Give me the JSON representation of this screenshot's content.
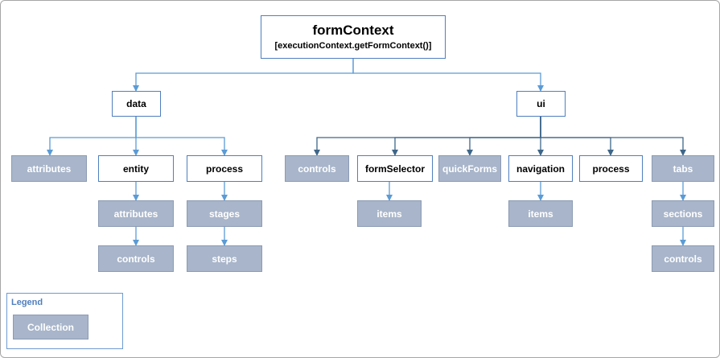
{
  "root": {
    "title": "formContext",
    "subtitle": "[executionContext.getFormContext()]"
  },
  "nodes": {
    "data": "data",
    "ui": "ui",
    "data_attributes": "attributes",
    "entity": "entity",
    "data_process": "process",
    "entity_attributes": "attributes",
    "entity_controls": "controls",
    "stages": "stages",
    "steps": "steps",
    "ui_controls": "controls",
    "formSelector": "formSelector",
    "quickForms": "quickForms",
    "navigation": "navigation",
    "ui_process": "process",
    "tabs": "tabs",
    "formSelector_items": "items",
    "navigation_items": "items",
    "sections": "sections",
    "sections_controls": "controls"
  },
  "legend": {
    "title": "Legend",
    "collection_label": "Collection"
  },
  "colors": {
    "data_connector": "#5b9bd5",
    "ui_connector": "#3e6689",
    "object_border": "#4f7fbf",
    "collection_fill": "#a8b5ca"
  }
}
